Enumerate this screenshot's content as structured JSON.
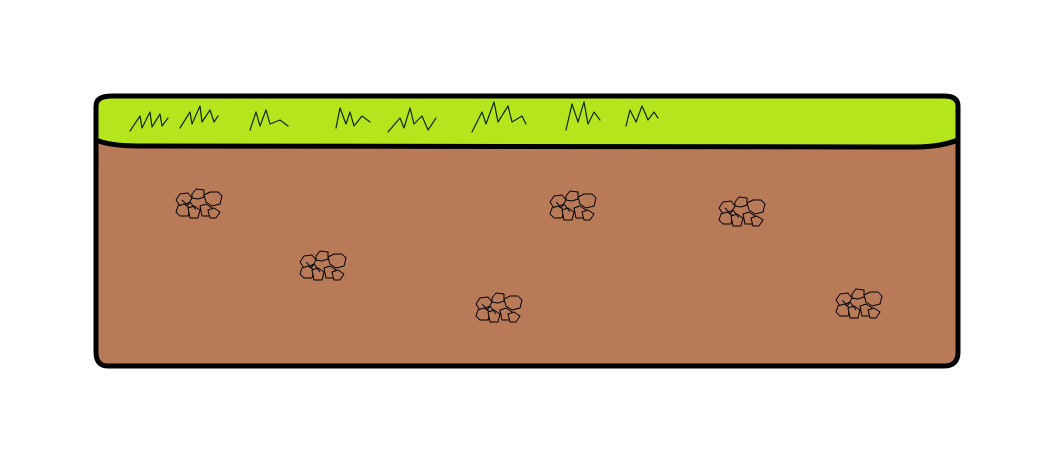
{
  "scene": {
    "name": "grass-dirt-ground-block",
    "colors": {
      "background": "#ffffff",
      "grass": "#b5e61d",
      "dirt": "#b97a57",
      "outline": "#000000",
      "stone": "#b97a57",
      "grass_blade": "#1a3a1a"
    },
    "grass_tufts": 8,
    "stone_clusters": 6
  }
}
